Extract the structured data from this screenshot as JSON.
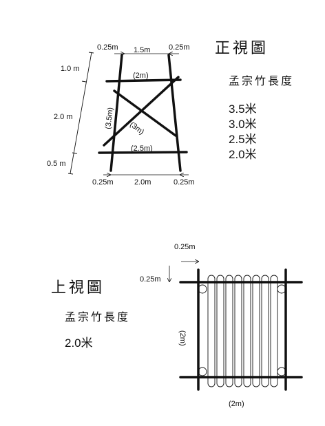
{
  "front_view": {
    "title": "正視圖",
    "subtitle": "孟宗竹長度",
    "lengths": [
      "3.5米",
      "3.0米",
      "2.5米",
      "2.0米"
    ],
    "dim_top": [
      "0.25m",
      "1.5m",
      "0.25m"
    ],
    "dim_bottom": [
      "0.25m",
      "2.0m",
      "0.25m"
    ],
    "dim_left": [
      "1.0 m",
      "2.0 m",
      "0.5 m"
    ],
    "pole_labels": {
      "upper_cross": "(2m)",
      "left_leg": "(3.5m)",
      "diagonal": "(3m)",
      "lower_cross": "(2.5m)"
    }
  },
  "top_view": {
    "title": "上視圖",
    "subtitle": "孟宗竹長度",
    "length": "2.0米",
    "dim_spacing_h": "0.25m",
    "dim_spacing_v": "0.25m",
    "dim_side": "(2m)",
    "dim_bottom": "(2m)",
    "slat_count": 8
  }
}
